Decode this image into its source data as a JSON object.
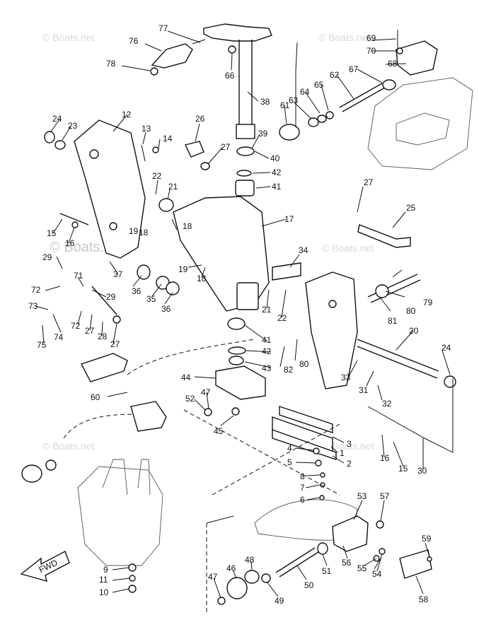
{
  "watermark": "© Boats.net",
  "fwd_label": "FWD",
  "labels": {
    "l1": "1",
    "l2": "2",
    "l3": "3",
    "l4": "4",
    "l5": "5",
    "l6": "6",
    "l7": "7",
    "l8": "8",
    "l9": "9",
    "l10": "10",
    "l11": "11",
    "l12": "12",
    "l13": "13",
    "l14": "14",
    "l15a": "15",
    "l15b": "15",
    "l16a": "16",
    "l16b": "16",
    "l17": "17",
    "l18a": "18",
    "l18b": "18",
    "l19a": "19",
    "l19b": "19",
    "l20": "20",
    "l21a": "21",
    "l21b": "21",
    "l22a": "22",
    "l22b": "22",
    "l23": "23",
    "l24a": "24",
    "l24b": "24",
    "l25": "25",
    "l26": "26",
    "l27a": "27",
    "l27b": "27",
    "l27c": "27",
    "l27d": "27",
    "l28": "28",
    "l29a": "29",
    "l29b": "29",
    "l30": "30",
    "l31": "31",
    "l32": "32",
    "l33": "33",
    "l34": "34",
    "l35": "35",
    "l36a": "36",
    "l36b": "36",
    "l37": "37",
    "l38": "38",
    "l39": "39",
    "l40": "40",
    "l41a": "41",
    "l41b": "41",
    "l42a": "42",
    "l42b": "42",
    "l43": "43",
    "l44": "44",
    "l45": "45",
    "l46": "46",
    "l47a": "47",
    "l47b": "47",
    "l48": "48",
    "l49": "49",
    "l50": "50",
    "l51": "51",
    "l52": "52",
    "l53": "53",
    "l54": "54",
    "l55": "55",
    "l56": "56",
    "l57": "57",
    "l58": "58",
    "l59": "59",
    "l60": "60",
    "l61": "61",
    "l62": "62",
    "l63": "63",
    "l64": "64",
    "l65": "65",
    "l66": "66",
    "l67": "67",
    "l68": "68",
    "l69": "69",
    "l70": "70",
    "l71": "71",
    "l72a": "72",
    "l72b": "72",
    "l73": "73",
    "l74": "74",
    "l75": "75",
    "l76": "76",
    "l77": "77",
    "l78": "78",
    "l79": "79",
    "l80a": "80",
    "l80b": "80",
    "l81": "81",
    "l82": "82"
  }
}
